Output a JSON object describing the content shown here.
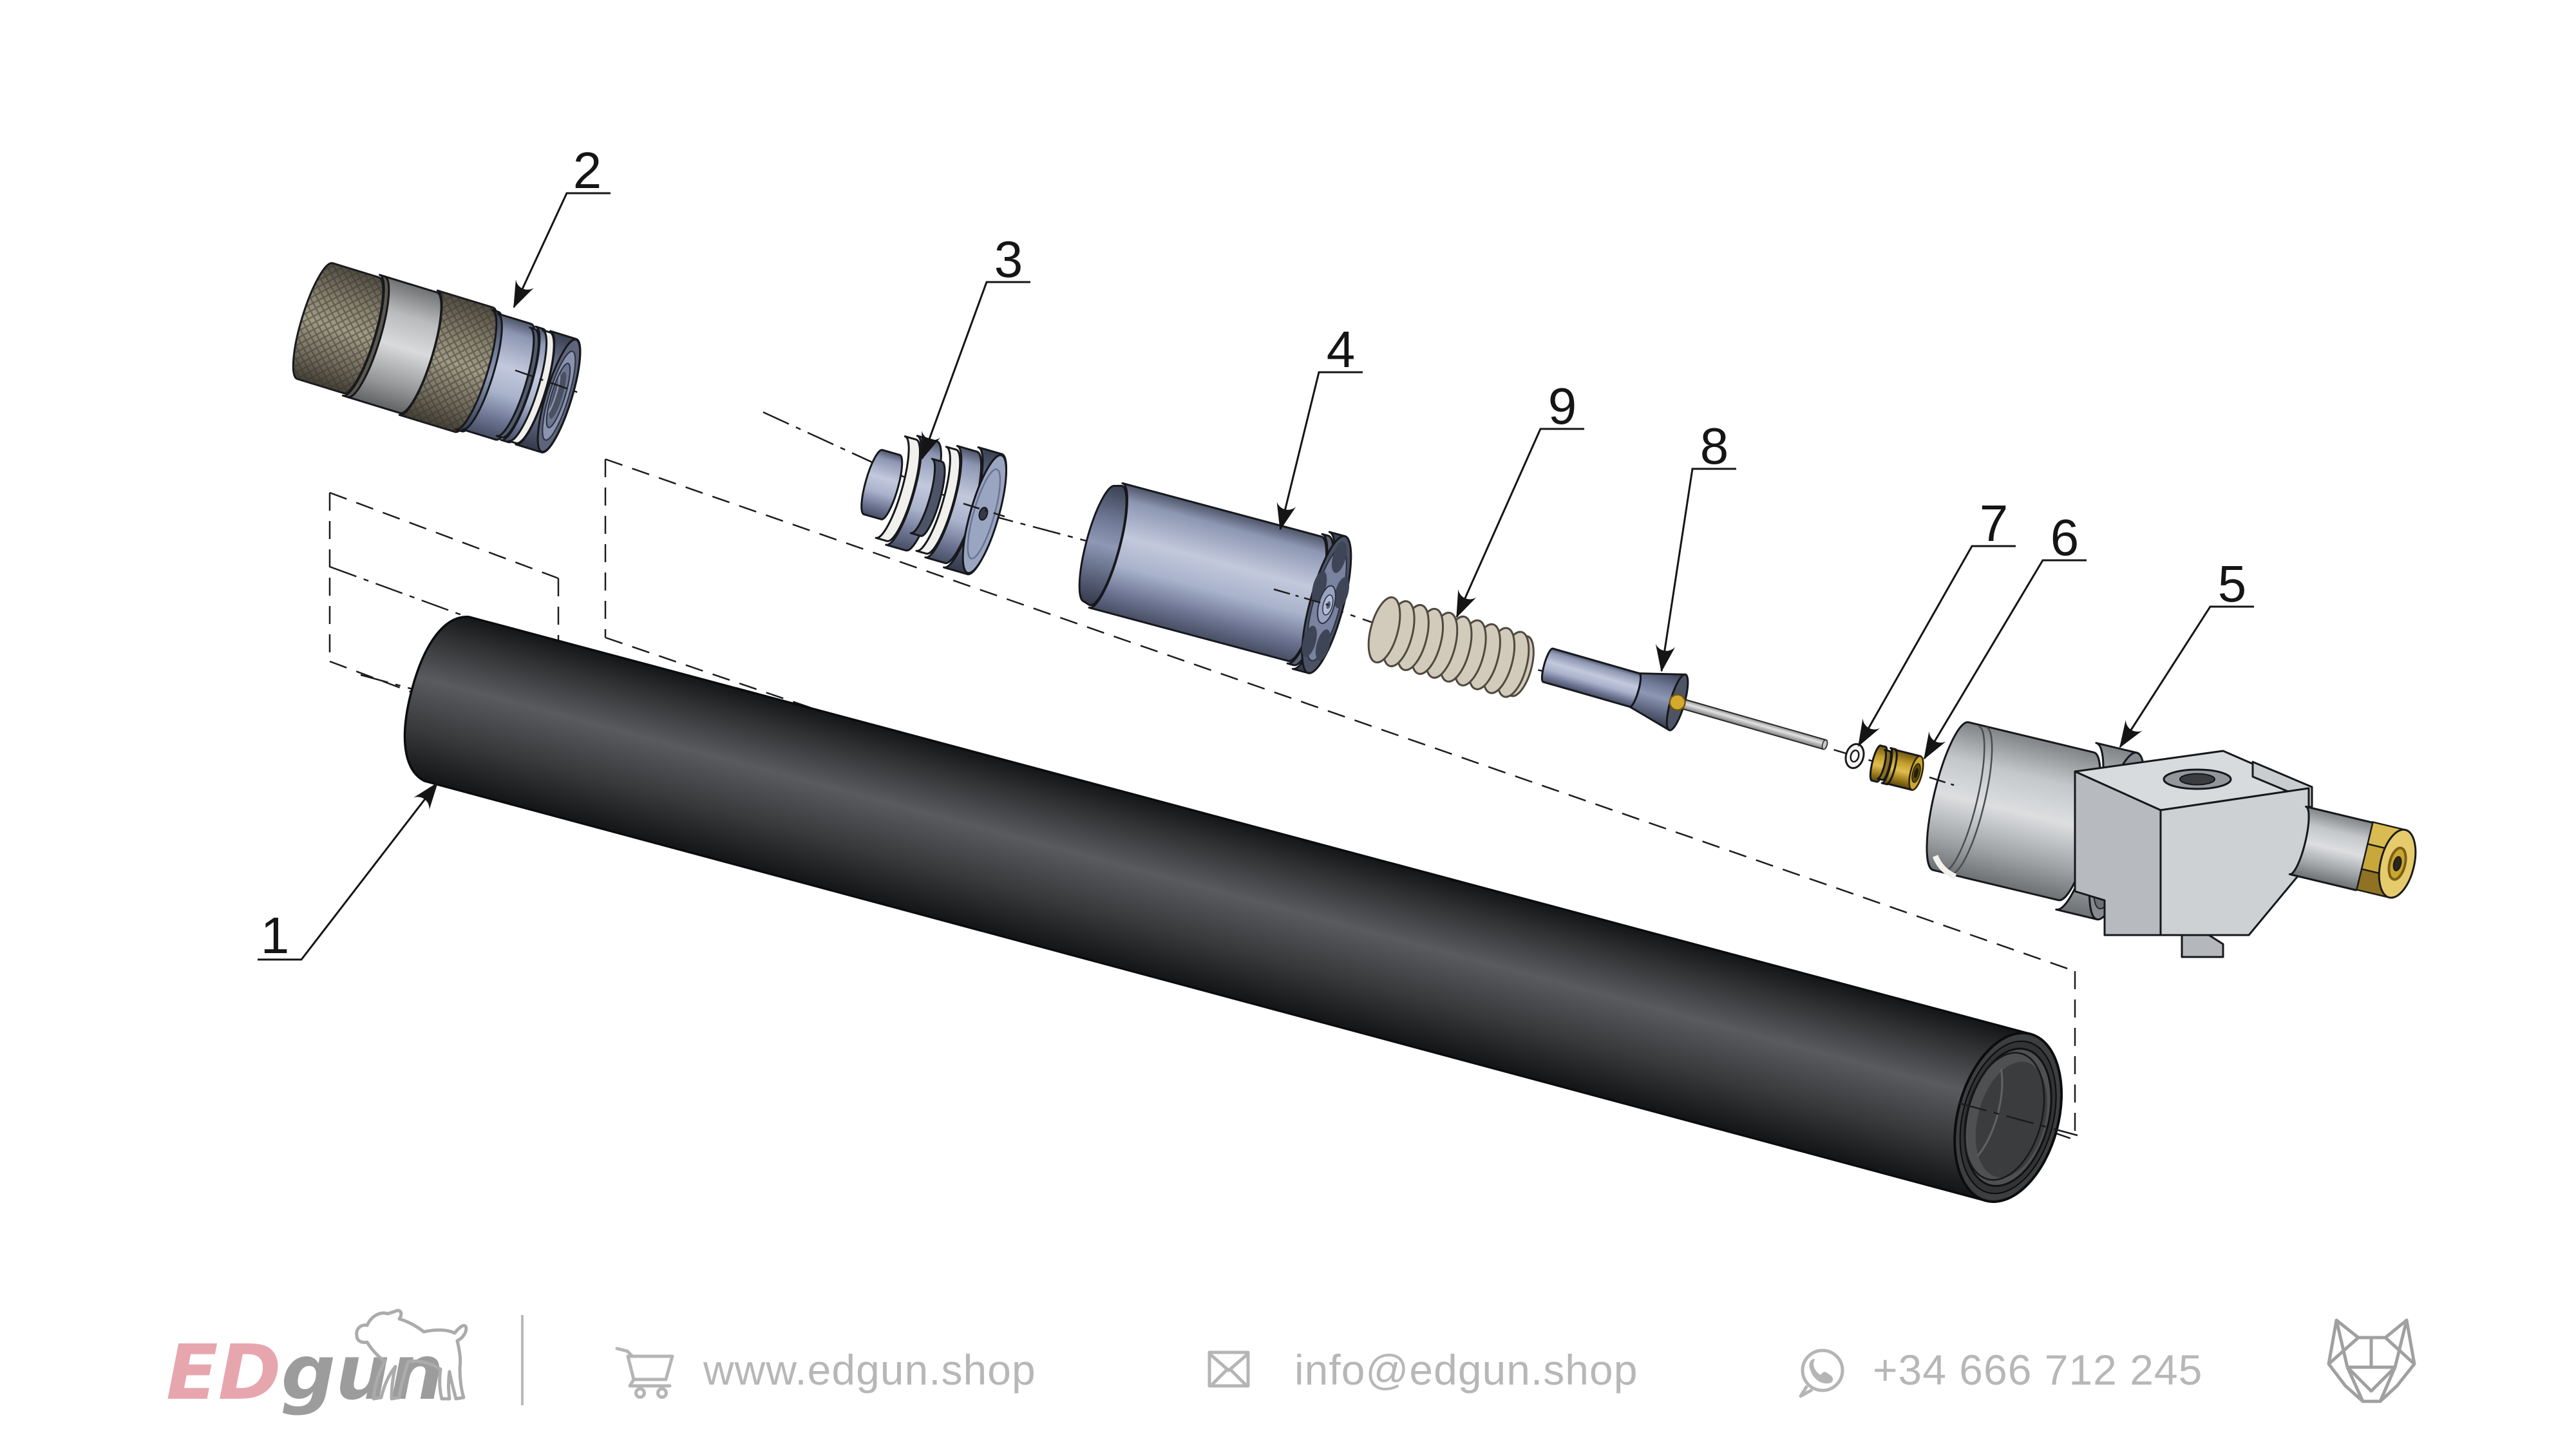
{
  "diagram": {
    "part_labels": [
      "1",
      "2",
      "3",
      "4",
      "5",
      "6",
      "7",
      "8",
      "9"
    ]
  },
  "footer": {
    "brand_ed": "ED",
    "brand_gun": "gun",
    "website": "www.edgun.shop",
    "email": "info@edgun.shop",
    "phone": "+34 666 712 245",
    "icons": {
      "brand": "dog-logo",
      "website": "cart-icon",
      "email": "envelope-icon",
      "phone": "whatsapp-icon",
      "right": "wolf-logo"
    },
    "colors": {
      "brand_pink": "#e7a6ae",
      "brand_gray": "#9c9c9c",
      "text_gray": "#b7b7b7"
    }
  }
}
